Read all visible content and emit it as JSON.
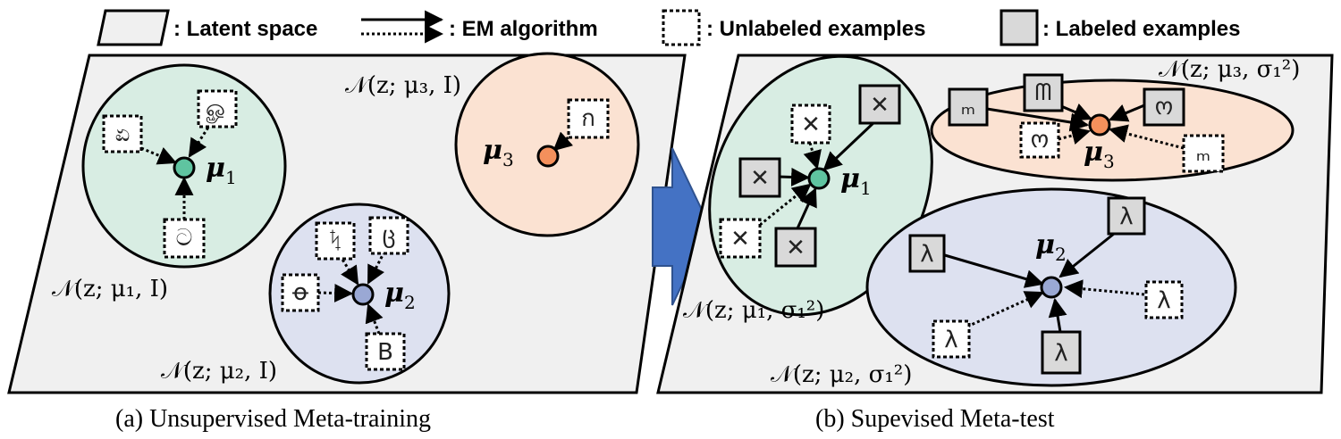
{
  "legend": {
    "latent_space": ": Latent space",
    "em_algorithm": ": EM algorithm",
    "unlabeled": ": Unlabeled examples",
    "labeled": ": Labeled examples"
  },
  "panel_a": {
    "caption": "(a) Unsupervised Meta-training",
    "mu1": "μ",
    "mu1_sub": "1",
    "mu2": "μ",
    "mu2_sub": "2",
    "mu3": "μ",
    "mu3_sub": "3",
    "dist1": "𝒩(z; μ₁, I)",
    "dist2": "𝒩(z; μ₂, I)",
    "dist3": "𝒩(z; μ₃, I)",
    "glyphs_c1": [
      "ಏ",
      "ௐ",
      "ට"
    ],
    "glyphs_c2": [
      "ᛪ",
      "ც",
      "ꝋ",
      "B"
    ],
    "glyphs_c3": [
      "ก"
    ]
  },
  "panel_b": {
    "caption": "(b) Supevised Meta-test",
    "mu1": "μ",
    "mu1_sub": "1",
    "mu2": "μ",
    "mu2_sub": "2",
    "mu3": "μ",
    "mu3_sub": "3",
    "dist1": "𝒩(z; μ₁, σ₁²)",
    "dist2": "𝒩(z; μ₂, σ₁²)",
    "dist3": "𝒩(z; μ₃, σ₁²)",
    "glyph_c1": "✕",
    "glyph_c2": "λ",
    "glyphs_c3": [
      "ₘ",
      "ᗰ",
      "ო"
    ]
  },
  "colors": {
    "latent_fill": "#f0f0f0",
    "green_fill": "#d8ede3",
    "blue_fill": "#dde1f0",
    "orange_fill": "#fbe2d2",
    "green_dot": "#5fc4a0",
    "blue_dot": "#9aa8d4",
    "orange_dot": "#f4905c",
    "labeled_fill": "#d9d9d9",
    "arrow_fill": "#4472c4"
  }
}
